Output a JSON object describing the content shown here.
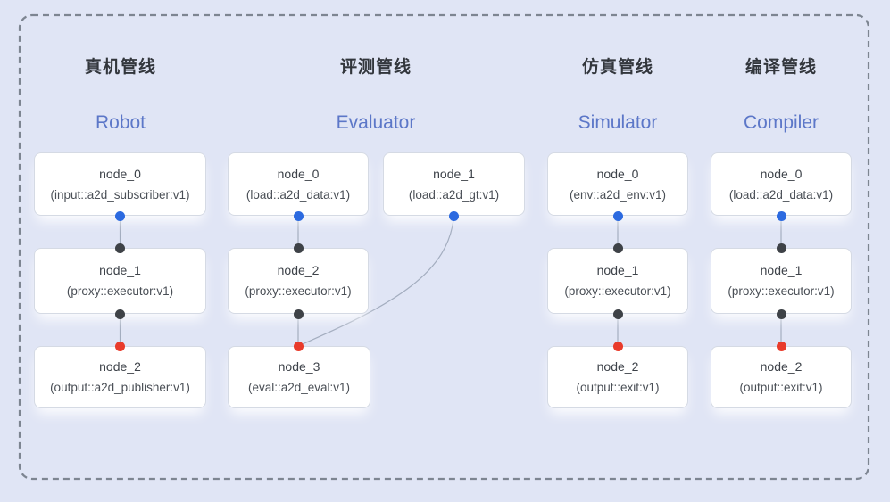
{
  "diagram": {
    "pipelines": [
      {
        "title_zh": "真机管线",
        "title_en": "Robot",
        "nodes": [
          {
            "name": "node_0",
            "type": "(input::a2d_subscriber:v1)"
          },
          {
            "name": "node_1",
            "type": "(proxy::executor:v1)"
          },
          {
            "name": "node_2",
            "type": "(output::a2d_publisher:v1)"
          }
        ]
      },
      {
        "title_zh": "评测管线",
        "title_en": "Evaluator",
        "nodes": [
          {
            "name": "node_0",
            "type": "(load::a2d_data:v1)"
          },
          {
            "name": "node_1",
            "type": "(load::a2d_gt:v1)"
          },
          {
            "name": "node_2",
            "type": "(proxy::executor:v1)"
          },
          {
            "name": "node_3",
            "type": "(eval::a2d_eval:v1)"
          }
        ]
      },
      {
        "title_zh": "仿真管线",
        "title_en": "Simulator",
        "nodes": [
          {
            "name": "node_0",
            "type": "(env::a2d_env:v1)"
          },
          {
            "name": "node_1",
            "type": "(proxy::executor:v1)"
          },
          {
            "name": "node_2",
            "type": "(output::exit:v1)"
          }
        ]
      },
      {
        "title_zh": "编译管线",
        "title_en": "Compiler",
        "nodes": [
          {
            "name": "node_0",
            "type": "(load::a2d_data:v1)"
          },
          {
            "name": "node_1",
            "type": "(proxy::executor:v1)"
          },
          {
            "name": "node_2",
            "type": "(output::exit:v1)"
          }
        ]
      }
    ],
    "colors": {
      "background": "#e0e5f5",
      "dashed_border": "#7d8591",
      "box_fill": "#ffffff",
      "box_border": "#d5dae4",
      "edge_line": "#a3adbf",
      "port_source_output": "#2c6ae0",
      "port_intermediate": "#3e4247",
      "port_sink_input": "#e93b2b",
      "title_zh_color": "#32363c",
      "title_en_color": "#5c77c8"
    }
  }
}
